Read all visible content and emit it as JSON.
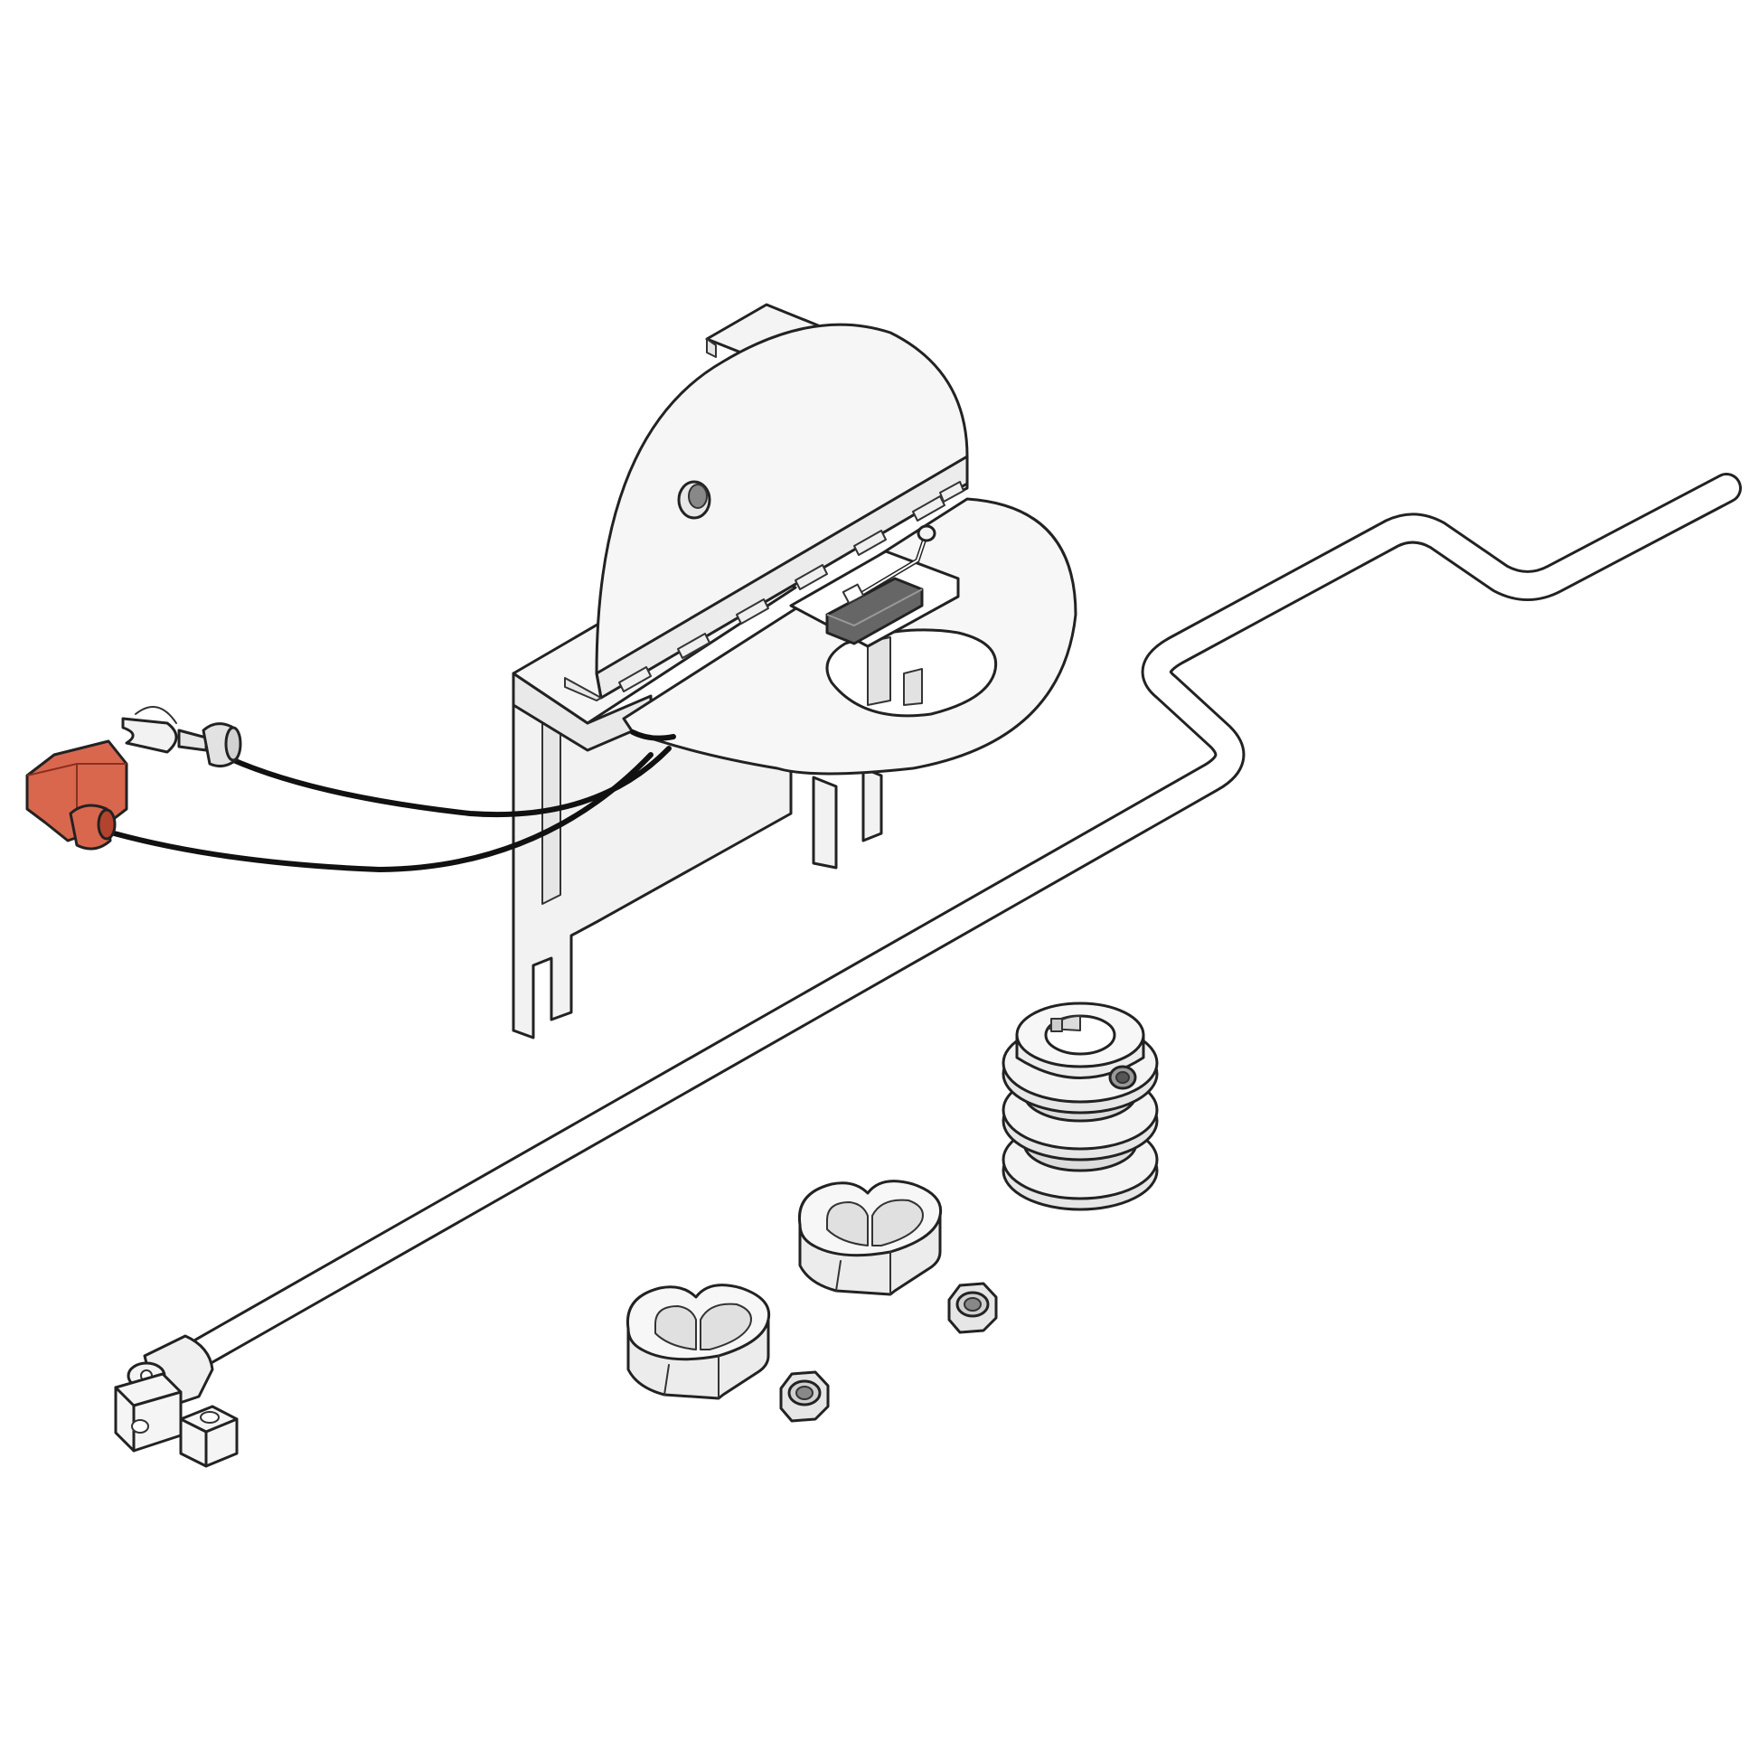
{
  "colors": {
    "background": "#ffffff",
    "outline": "#222222",
    "part_light": "#f4f4f4",
    "part_mid": "#e4e4e4",
    "part_shade": "#cfcfcf",
    "wire": "#111111",
    "connector_red": "#d9674e",
    "connector_red_dark": "#b4432e",
    "switch_dark": "#555555"
  },
  "parts": [
    {
      "id": "bracket",
      "icon": "mounting-bracket-icon"
    },
    {
      "id": "semicircle-cover",
      "icon": "hinged-cover-icon"
    },
    {
      "id": "micro-switch",
      "icon": "micro-switch-icon"
    },
    {
      "id": "spade-terminal",
      "icon": "fork-terminal-icon"
    },
    {
      "id": "female-connector",
      "icon": "insulated-connector-icon"
    },
    {
      "id": "wire-leads",
      "icon": "wire-icon"
    },
    {
      "id": "crank-rod",
      "icon": "crank-rod-icon"
    },
    {
      "id": "universal-joint",
      "icon": "universal-joint-icon"
    },
    {
      "id": "pulley",
      "icon": "double-pulley-icon"
    },
    {
      "id": "clip-1",
      "icon": "spacer-clip-icon"
    },
    {
      "id": "clip-2",
      "icon": "spacer-clip-icon"
    },
    {
      "id": "nut-1",
      "icon": "hex-nut-icon"
    },
    {
      "id": "nut-2",
      "icon": "hex-nut-icon"
    }
  ]
}
